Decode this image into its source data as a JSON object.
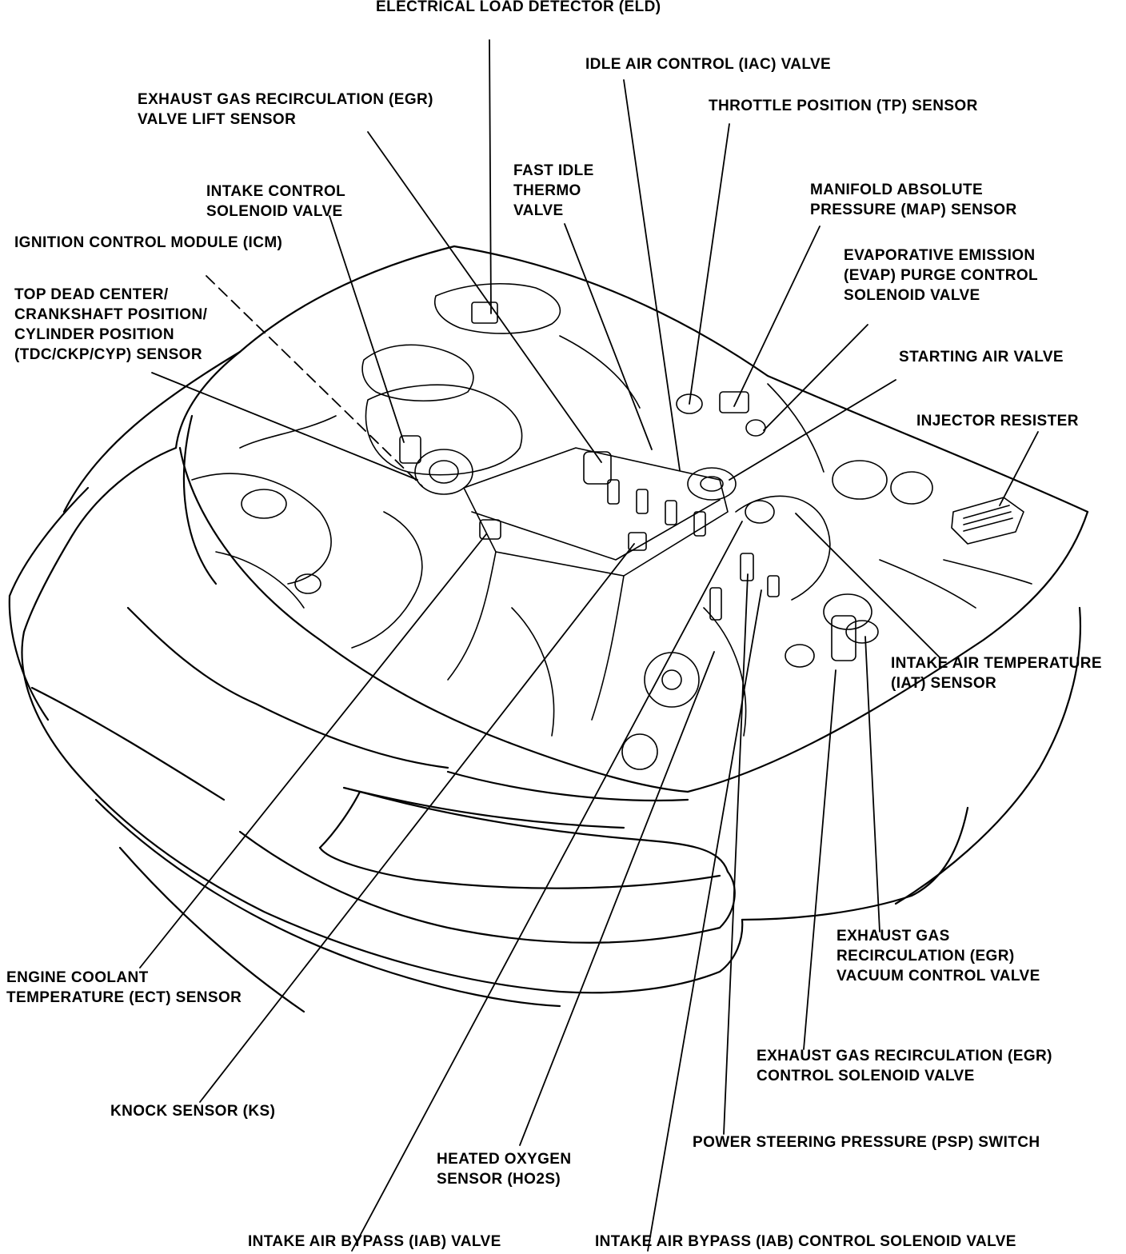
{
  "diagram": {
    "colors": {
      "ink": "#000000",
      "paper": "#ffffff"
    },
    "labels": [
      {
        "id": "eld",
        "lines": [
          "ELECTRICAL LOAD DETECTOR (ELD)"
        ]
      },
      {
        "id": "iac",
        "lines": [
          "IDLE AIR CONTROL (IAC) VALVE"
        ]
      },
      {
        "id": "egr-lift",
        "lines": [
          "EXHAUST GAS RECIRCULATION (EGR)",
          "VALVE LIFT SENSOR"
        ]
      },
      {
        "id": "tp",
        "lines": [
          "THROTTLE POSITION (TP) SENSOR"
        ]
      },
      {
        "id": "fast-idle",
        "lines": [
          "FAST IDLE",
          "THERMO",
          "VALVE"
        ]
      },
      {
        "id": "intake-control",
        "lines": [
          "INTAKE CONTROL",
          "SOLENOID VALVE"
        ]
      },
      {
        "id": "map",
        "lines": [
          "MANIFOLD ABSOLUTE",
          "PRESSURE (MAP) SENSOR"
        ]
      },
      {
        "id": "icm",
        "lines": [
          "IGNITION CONTROL MODULE (ICM)"
        ]
      },
      {
        "id": "evap",
        "lines": [
          "EVAPORATIVE EMISSION",
          "(EVAP) PURGE CONTROL",
          "SOLENOID VALVE"
        ]
      },
      {
        "id": "tdc",
        "lines": [
          "TOP DEAD CENTER/",
          "CRANKSHAFT POSITION/",
          "CYLINDER POSITION",
          "(TDC/CKP/CYP) SENSOR"
        ]
      },
      {
        "id": "starting-air",
        "lines": [
          "STARTING AIR VALVE"
        ]
      },
      {
        "id": "injector-resister",
        "lines": [
          "INJECTOR RESISTER"
        ]
      },
      {
        "id": "iat",
        "lines": [
          "INTAKE AIR TEMPERATURE",
          "(IAT) SENSOR"
        ]
      },
      {
        "id": "egr-vacuum",
        "lines": [
          "EXHAUST GAS",
          "RECIRCULATION (EGR)",
          "VACUUM CONTROL VALVE"
        ]
      },
      {
        "id": "ect",
        "lines": [
          "ENGINE COOLANT",
          "TEMPERATURE (ECT) SENSOR"
        ]
      },
      {
        "id": "egr-solenoid",
        "lines": [
          "EXHAUST GAS RECIRCULATION (EGR)",
          "CONTROL SOLENOID VALVE"
        ]
      },
      {
        "id": "ks",
        "lines": [
          "KNOCK SENSOR (KS)"
        ]
      },
      {
        "id": "psp",
        "lines": [
          "POWER STEERING PRESSURE (PSP) SWITCH"
        ]
      },
      {
        "id": "ho2s",
        "lines": [
          "HEATED OXYGEN",
          "SENSOR (HO2S)"
        ]
      },
      {
        "id": "iab",
        "lines": [
          "INTAKE AIR BYPASS (IAB) VALVE"
        ]
      },
      {
        "id": "iab-solenoid",
        "lines": [
          "INTAKE AIR BYPASS (IAB) CONTROL SOLENOID VALVE"
        ]
      }
    ]
  }
}
